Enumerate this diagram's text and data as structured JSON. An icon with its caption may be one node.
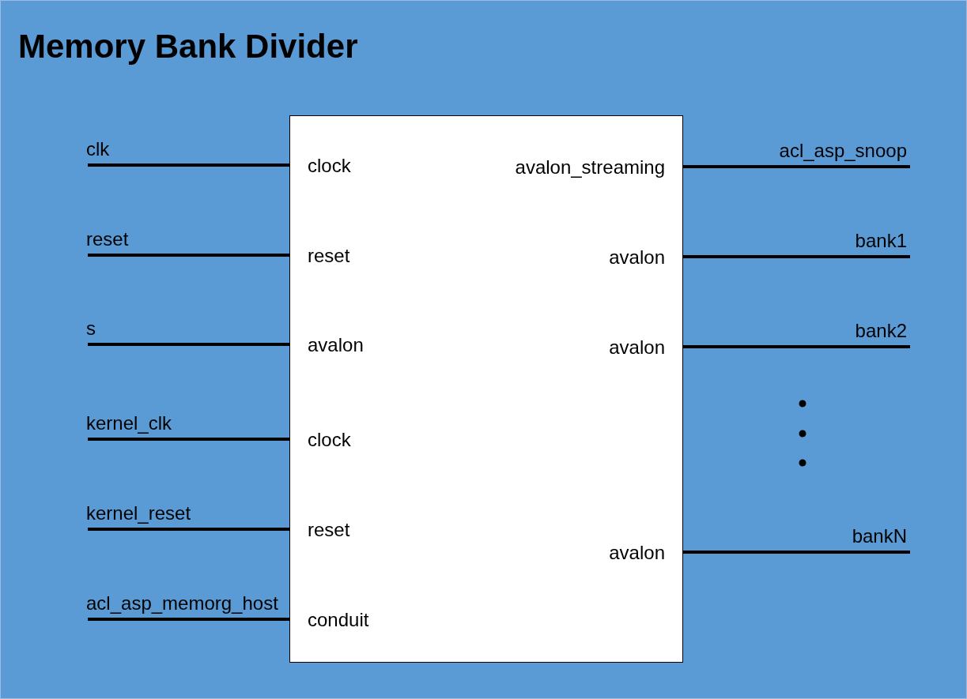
{
  "diagram": {
    "title": "Memory Bank Divider",
    "nodes": [
      {
        "text": [
          "clock",
          "reset",
          "avalon",
          "clock",
          "reset",
          "conduit",
          "avalon_streaming",
          "avalon",
          "avalon",
          "avalon"
        ]
      },
      {
        "text": [
          "clk"
        ]
      },
      {
        "text": [
          "reset"
        ]
      },
      {
        "text": [
          "s"
        ]
      },
      {
        "text": [
          "kernel_clk"
        ]
      },
      {
        "text": [
          "kernel_reset"
        ]
      },
      {
        "text": [
          "acl_asp_memorg_host"
        ]
      },
      {
        "text": [
          "acl_asp_snoop"
        ]
      },
      {
        "text": [
          "bank1"
        ]
      },
      {
        "text": [
          "bank2"
        ]
      },
      {
        "text": [
          "bankN"
        ]
      }
    ],
    "edges": [
      {
        "from": 1,
        "to": 0,
        "arrow": "none"
      },
      {
        "from": 2,
        "to": 0,
        "arrow": "none"
      },
      {
        "from": 3,
        "to": 0,
        "arrow": "none"
      },
      {
        "from": 4,
        "to": 0,
        "arrow": "none"
      },
      {
        "from": 5,
        "to": 0,
        "arrow": "none"
      },
      {
        "from": 6,
        "to": 0,
        "arrow": "none"
      },
      {
        "from": 0,
        "to": 7,
        "arrow": "none"
      },
      {
        "from": 0,
        "to": 8,
        "arrow": "none"
      },
      {
        "from": 0,
        "to": 9,
        "arrow": "none"
      },
      {
        "from": 0,
        "to": 10,
        "arrow": "none"
      }
    ]
  }
}
